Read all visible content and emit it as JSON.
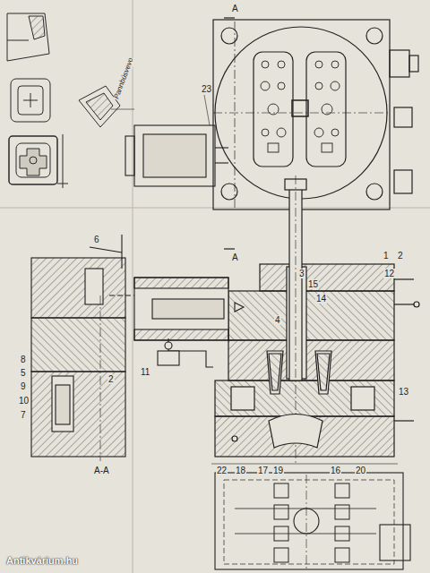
{
  "diagram": {
    "labels": [
      "A",
      "A",
      "23",
      "1",
      "2",
      "3",
      "Pannbúsvevo",
      "4",
      "15",
      "14",
      "12",
      "11",
      "13",
      "22",
      "18",
      "17",
      "19",
      "16",
      "20",
      "6",
      "8",
      "5",
      "9",
      "10",
      "7",
      "2",
      "A-A",
      "Antikvárium.hu"
    ]
  }
}
